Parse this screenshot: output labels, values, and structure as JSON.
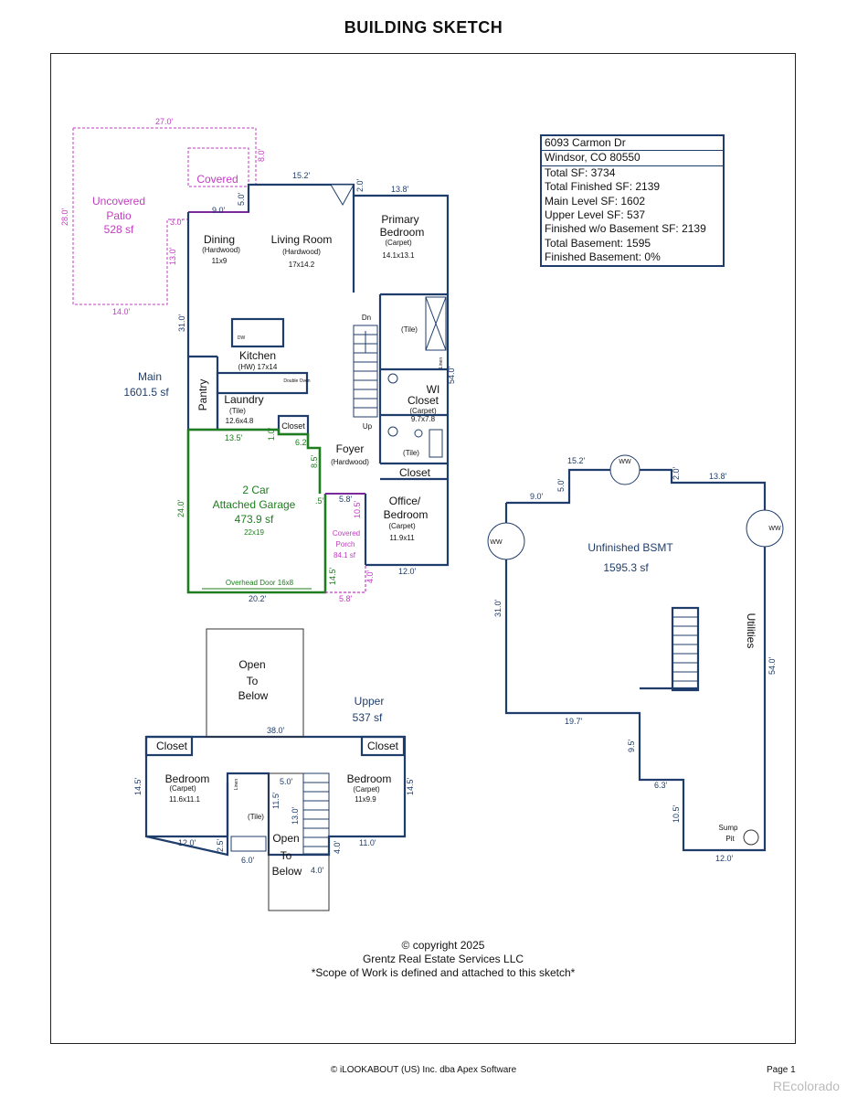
{
  "title": "BUILDING SKETCH",
  "info": {
    "address_line1": "6093 Carmon Dr",
    "address_line2": "Windsor, CO 80550",
    "total_sf": "Total SF: 3734",
    "total_finished": "Total Finished SF: 2139",
    "main_level": "Main Level SF: 1602",
    "upper_level": "Upper Level SF: 537",
    "finished_wo_basement": "Finished w/o Basement SF: 2139",
    "total_basement": "Total Basement: 1595",
    "finished_basement": "Finished Basement: 0%"
  },
  "colors": {
    "wall": "#1f3d6b",
    "garage": "#1e7d1e",
    "patio": "#c23cc2",
    "text": "#111111"
  },
  "main": {
    "level_label": "Main",
    "level_area": "1601.5 sf",
    "patio": {
      "name1": "Uncovered",
      "name2": "Patio",
      "area": "528 sf",
      "dim_top": "27.0'",
      "dim_left": "28.0'",
      "dim_bottom": "14.0'",
      "dim_r1": "3.0'",
      "dim_r2": "13.0'"
    },
    "covered": {
      "name": "Covered",
      "dim_a": "8.0'",
      "dim_b": "9.0'",
      "dim_c": "5.0'"
    },
    "dims": {
      "d152": "15.2'",
      "d20": "2.0'",
      "d138": "13.8'",
      "d310": "31.0'",
      "d540": "54.0'",
      "d120": "12.0'",
      "d135": "13.5'",
      "d10": "1.0'",
      "d62": "6.2'",
      "d85": "8.5'",
      "d05": ".5'",
      "d240": "24.0'",
      "d202": "20.2'",
      "d58a": "5.8'",
      "d58b": "5.8'",
      "d105": "10.5'",
      "d145": "14.5'",
      "d40": "4.0'"
    },
    "rooms": {
      "dining": {
        "name": "Dining",
        "floor": "(Hardwood)",
        "size": "11x9"
      },
      "living": {
        "name": "Living Room",
        "floor": "(Hardwood)",
        "size": "17x14.2"
      },
      "primary": {
        "name1": "Primary",
        "name2": "Bedroom",
        "floor": "(Carpet)",
        "size": "14.1x13.1"
      },
      "kitchen": {
        "name": "Kitchen",
        "sub": "(HW)  17x14"
      },
      "laundry": {
        "name": "Laundry",
        "floor": "(Tile)",
        "size": "12.6x4.8"
      },
      "pantry": {
        "name": "Pantry"
      },
      "closet_main": {
        "name": "Closet"
      },
      "foyer": {
        "name": "Foyer",
        "floor": "(Hardwood)"
      },
      "wi_closet": {
        "name1": "WI",
        "name2": "Closet",
        "floor": "(Carpet)",
        "size": "9.7x7.8"
      },
      "bath_tile1": {
        "floor": "(Tile)"
      },
      "bath_tile2": {
        "floor": "(Tile)"
      },
      "closet_office": {
        "name": "Closet"
      },
      "office": {
        "name1": "Office/",
        "name2": "Bedroom",
        "floor": "(Carpet)",
        "size": "11.9x11"
      },
      "garage": {
        "name1": "2 Car",
        "name2": "Attached Garage",
        "area": "473.9 sf",
        "size": "22x19",
        "door": "Overhead Door 16x8"
      },
      "porch": {
        "name1": "Covered",
        "name2": "Porch",
        "area": "84.1 sf"
      },
      "stairs_dn": "Dn",
      "stairs_up": "Up",
      "dw": "DW",
      "double_oven": "Double Oven",
      "linen": "Linen"
    }
  },
  "upper": {
    "level_label": "Upper",
    "level_area": "537 sf",
    "open_top": {
      "l1": "Open",
      "l2": "To",
      "l3": "Below"
    },
    "open_bottom": {
      "l1": "Open",
      "l2": "To",
      "l3": "Below"
    },
    "bed_left": {
      "name": "Bedroom",
      "floor": "(Carpet)",
      "size": "11.6x11.1",
      "closet": "Closet"
    },
    "bed_right": {
      "name": "Bedroom",
      "floor": "(Carpet)",
      "size": "11x9.9",
      "closet": "Closet"
    },
    "bath": {
      "floor": "(Tile)"
    },
    "linen": "Linen",
    "dims": {
      "d380": "38.0'",
      "d145l": "14.5'",
      "d145r": "14.5'",
      "d120": "12.0'",
      "d25": "2.5'",
      "d60": "6.0'",
      "d50": "5.0'",
      "d115": "11.5'",
      "d130": "13.0'",
      "d40a": "4.0'",
      "d40b": "4.0'",
      "d110": "11.0'"
    }
  },
  "basement": {
    "name": "Unfinished BSMT",
    "area": "1595.3 sf",
    "utilities": "Utilities",
    "sump1": "Sump",
    "sump2": "Pit",
    "ww": "WW",
    "dims": {
      "d152": "15.2'",
      "d50": "5.0'",
      "d90": "9.0'",
      "d20": "2.0'",
      "d138": "13.8'",
      "d310": "31.0'",
      "d540": "54.0'",
      "d197": "19.7'",
      "d95": "9.5'",
      "d63": "6.3'",
      "d105": "10.5'",
      "d120": "12.0'"
    }
  },
  "copyright": {
    "line1": "© copyright 2025",
    "line2": "Grentz Real Estate Services LLC",
    "line3": "*Scope of Work is defined and attached to this sketch*"
  },
  "footer": {
    "software": "© iLOOKABOUT (US) Inc. dba Apex Software",
    "page": "Page 1",
    "brand": "REcolorado"
  }
}
